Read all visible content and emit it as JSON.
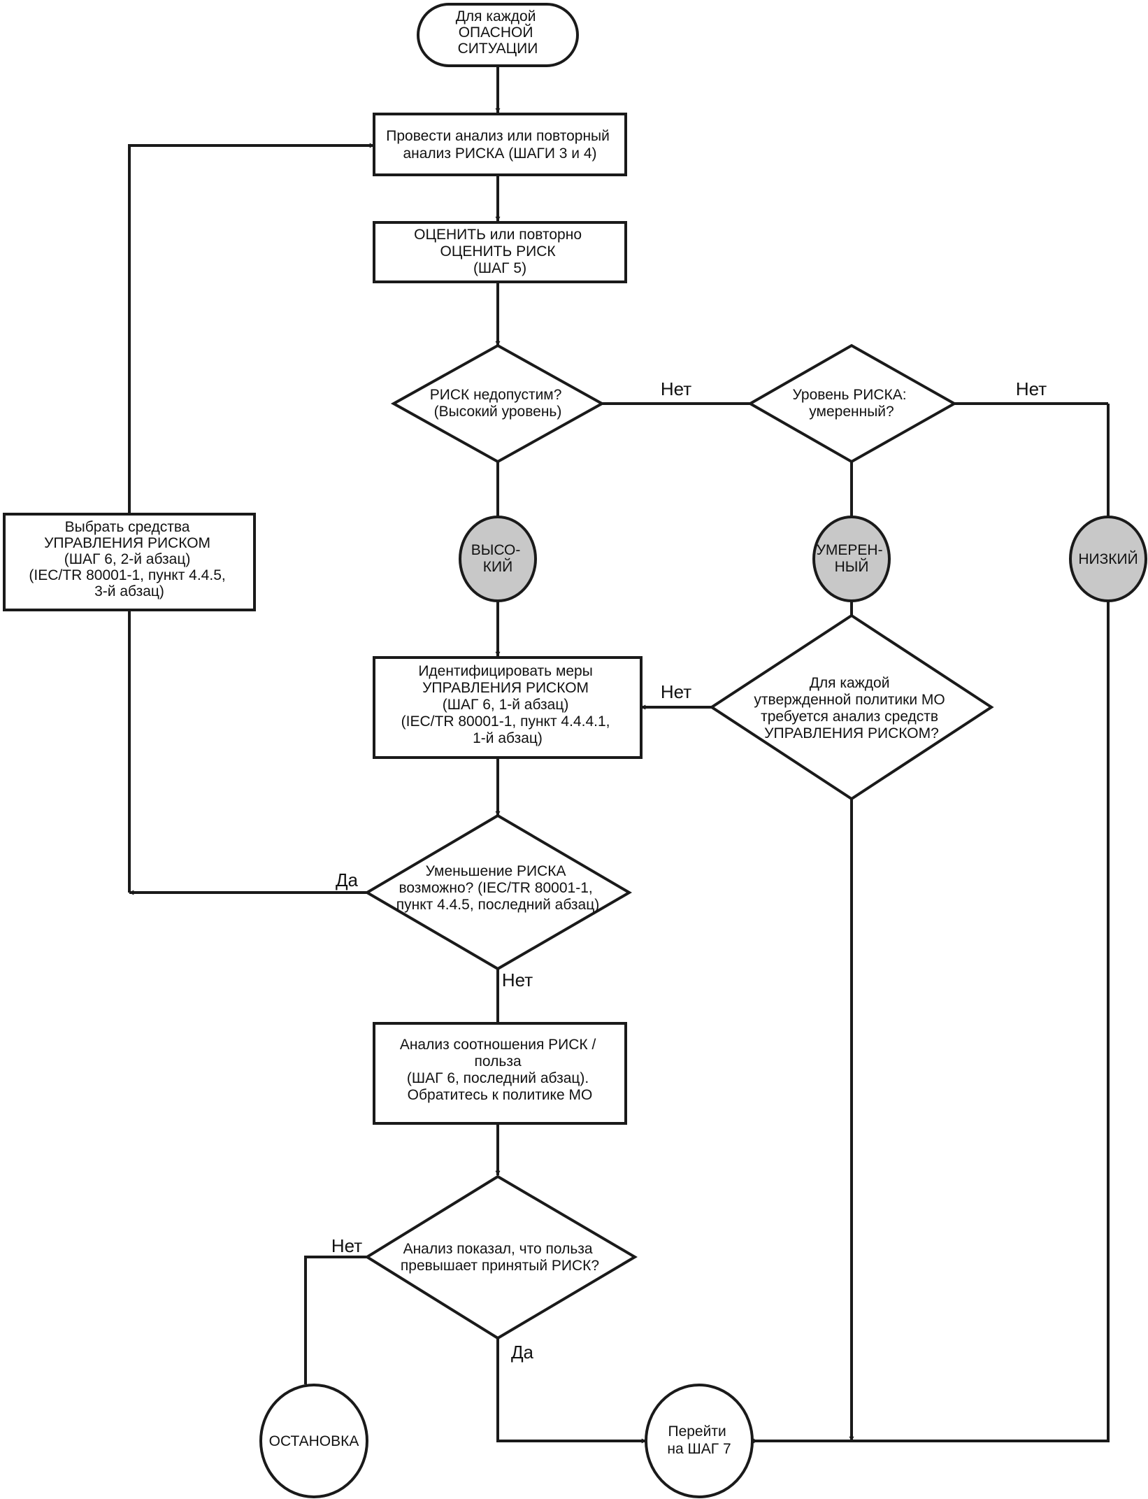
{
  "nodes": {
    "start": [
      "Для каждой",
      "ОПАСНОЙ",
      "СИТУАЦИИ"
    ],
    "analyze": [
      "Провести анализ или повторный",
      "анализ РИСКА (ШАГИ 3 и 4)"
    ],
    "evaluate": [
      "ОЦЕНИТЬ или повторно",
      "ОЦЕНИТЬ РИСК",
      "(ШАГ 5)"
    ],
    "unacceptable": [
      "РИСК недопустим?",
      "(Высокий уровень)"
    ],
    "moderate_q": [
      "Уровень РИСКА:",
      "умеренный?"
    ],
    "high": [
      "ВЫСО-",
      "КИЙ"
    ],
    "moderate": [
      "УМЕРЕН-",
      "НЫЙ"
    ],
    "low": [
      "НИЗКИЙ"
    ],
    "select_means": [
      "Выбрать средства",
      "УПРАВЛЕНИЯ РИСКОМ",
      "(ШАГ 6, 2-й абзац)",
      "(IEC/TR 80001-1, пункт 4.4.5,",
      "3-й абзац)"
    ],
    "identify": [
      "Идентифицировать меры",
      "УПРАВЛЕНИЯ РИСКОМ",
      "(ШАГ 6, 1-й абзац)",
      "(IEC/TR 80001-1, пункт 4.4.4.1,",
      "1-й абзац)"
    ],
    "policy_q": [
      "Для каждой",
      "утвержденной политики МО",
      "требуется анализ средств",
      "УПРАВЛЕНИЯ РИСКОМ?"
    ],
    "reduce_q": [
      "Уменьшение РИСКА",
      "возможно? (IEC/TR 80001-1,",
      "пункт 4.4.5, последний абзац)"
    ],
    "benefit_analysis": [
      "Анализ соотношения РИСК /",
      "польза",
      "(ШАГ 6, последний абзац).",
      "Обратитесь к политике МО"
    ],
    "benefit_q": [
      "Анализ показал, что польза",
      "превышает принятый РИСК?"
    ],
    "stop": [
      "ОСТАНОВКА"
    ],
    "goto7": [
      "Перейти",
      "на ШАГ 7"
    ]
  },
  "edge_labels": {
    "no_unacceptable": "Нет",
    "no_moderate": "Нет",
    "no_policy": "Нет",
    "yes_reduce": "Да",
    "no_reduce": "Нет",
    "no_benefit": "Нет",
    "yes_benefit": "Да"
  },
  "colors": {
    "stroke": "#1a1a1a",
    "terminal_fill": "#c8c8c8",
    "background": "#ffffff"
  }
}
